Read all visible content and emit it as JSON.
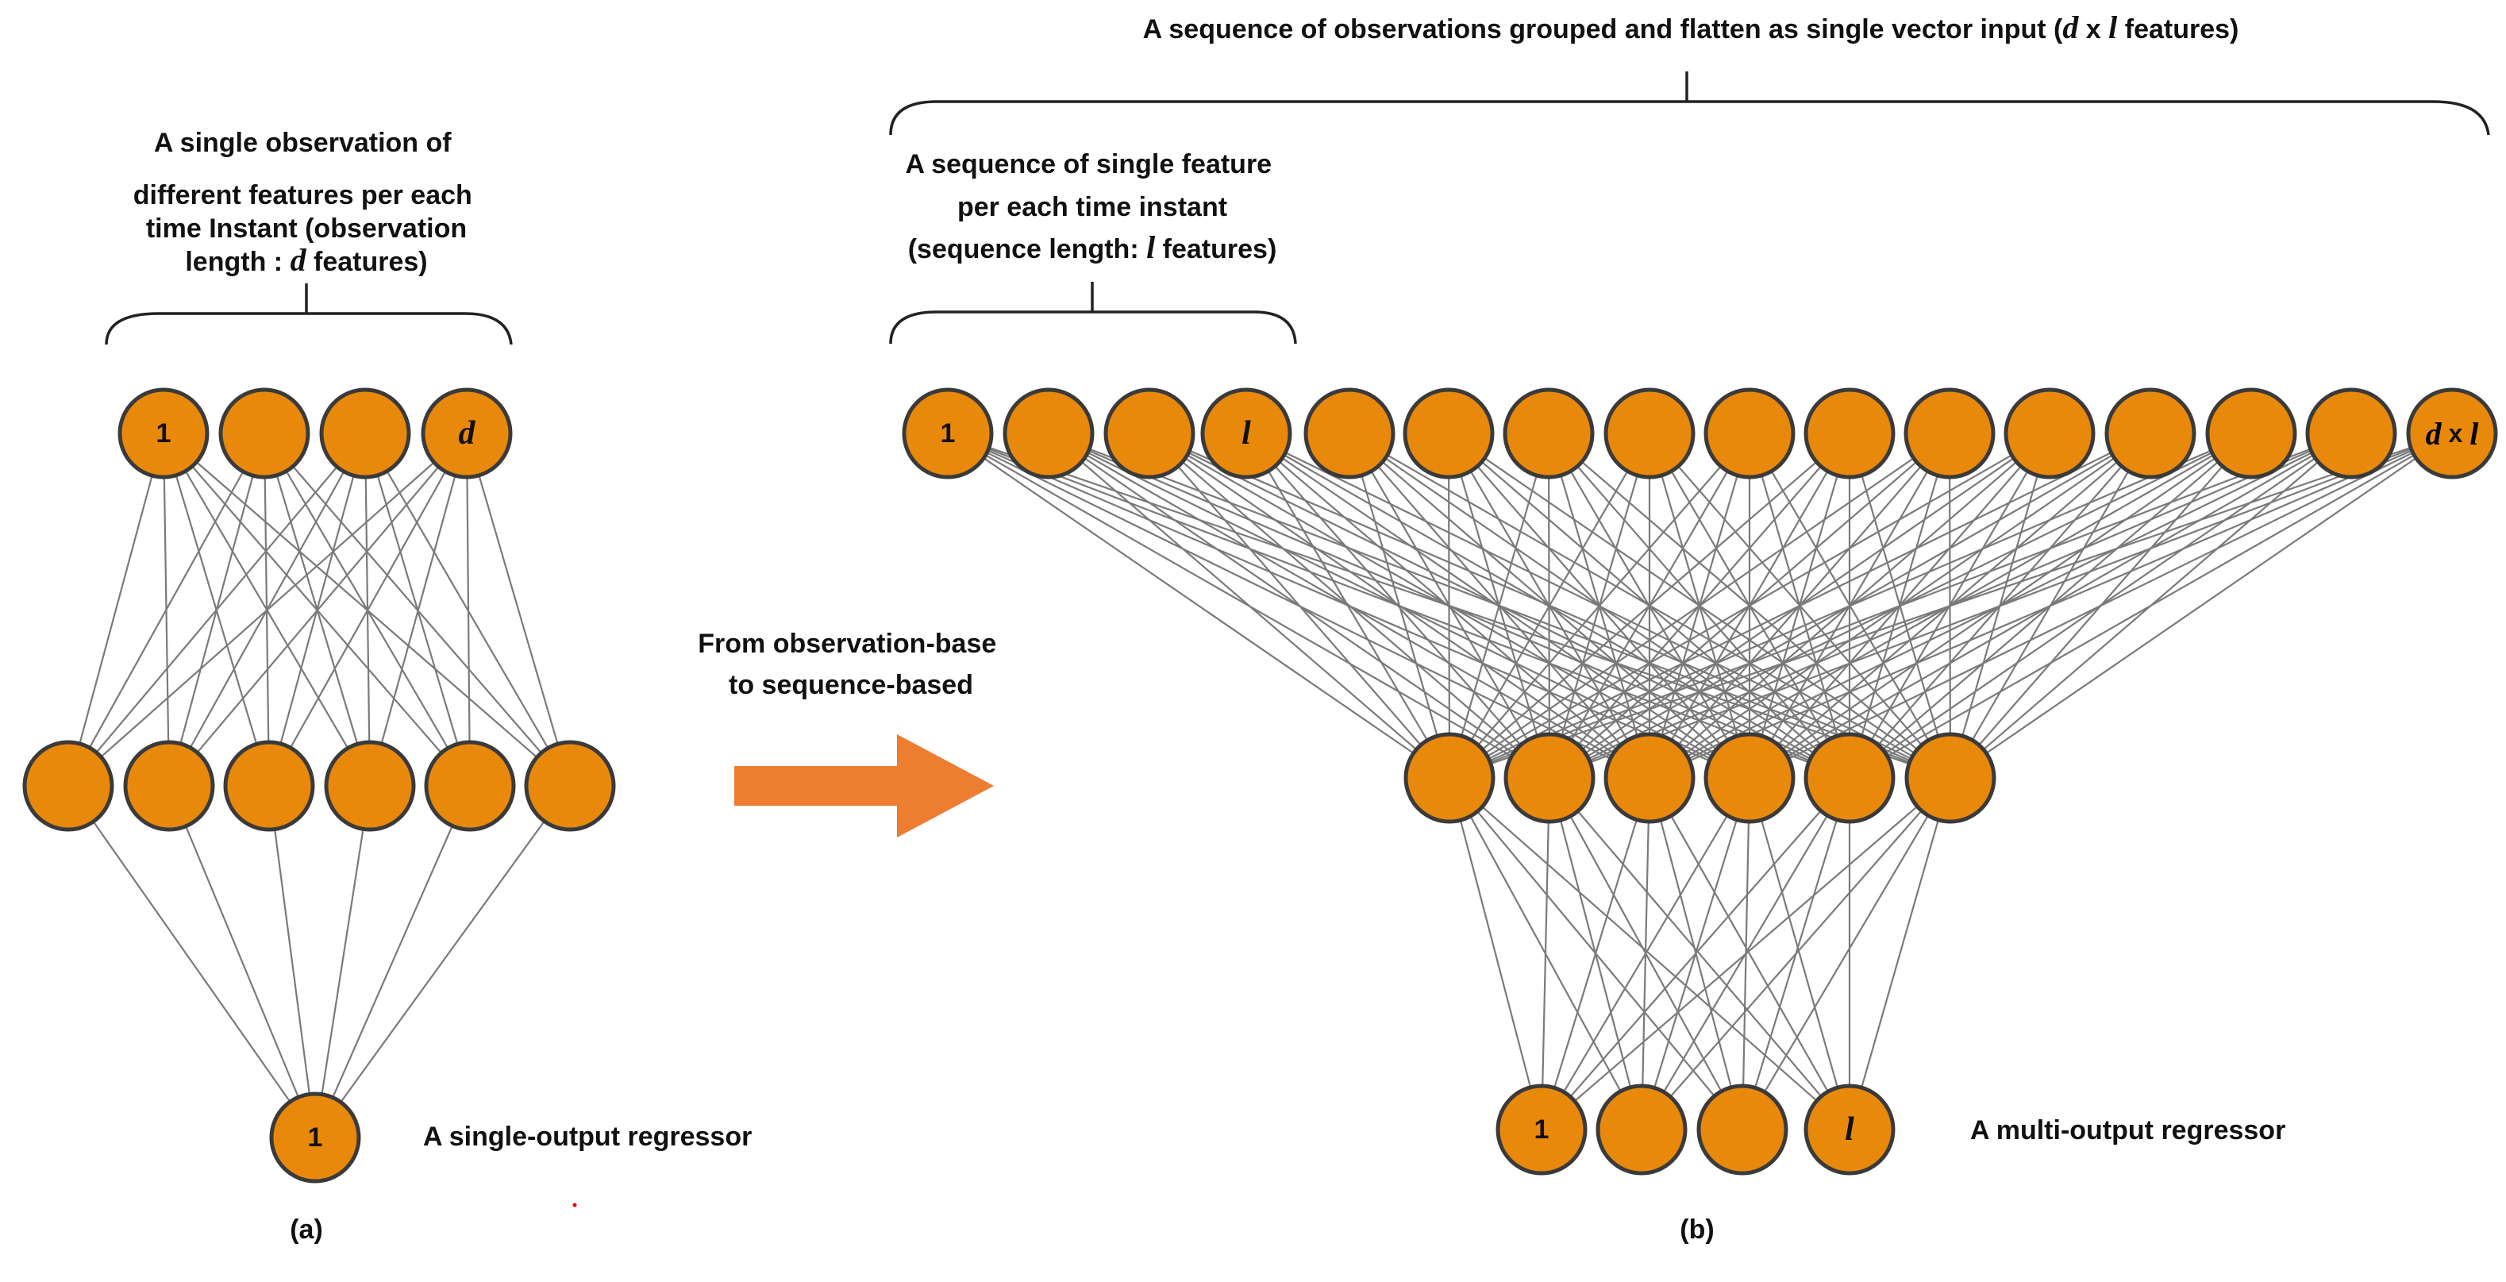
{
  "panel_a": {
    "top_label_lines": [
      "A single observation of",
      "different features per each",
      "time Instant (observation"
    ],
    "top_label_last_prefix": "length : ",
    "top_label_last_var": "d",
    "top_label_last_suffix": " features)",
    "input_first_label": "1",
    "input_last_label": "d",
    "output_label": "1",
    "output_caption": "A single-output regressor",
    "caption": "(a)"
  },
  "arrow": {
    "line1": "From observation-base",
    "line2": "to sequence-based",
    "color": "#ED7D31"
  },
  "panel_b": {
    "top_label_prefix": "A sequence of observations grouped and flatten as single vector input (",
    "top_label_var1": "d",
    "top_label_x": " x ",
    "top_label_var2": "l",
    "top_label_suffix": " features)",
    "sub_label_line1": "A sequence of single feature",
    "sub_label_line2": "per each time instant",
    "sub_label_line3_prefix": "(sequence length:  ",
    "sub_label_line3_var": "l",
    "sub_label_line3_suffix": " features)",
    "input_first_label": "1",
    "input_fourth_label": "l",
    "input_last_label_var1": "d",
    "input_last_label_x": " x ",
    "input_last_label_var2": "l",
    "output_first_label": "1",
    "output_last_label": "l",
    "output_caption": "A multi-output regressor",
    "caption": "(b)"
  },
  "colors": {
    "node_fill": "#E8890C",
    "node_stroke": "#3a3a3a",
    "edge": "#7a7a7a"
  }
}
